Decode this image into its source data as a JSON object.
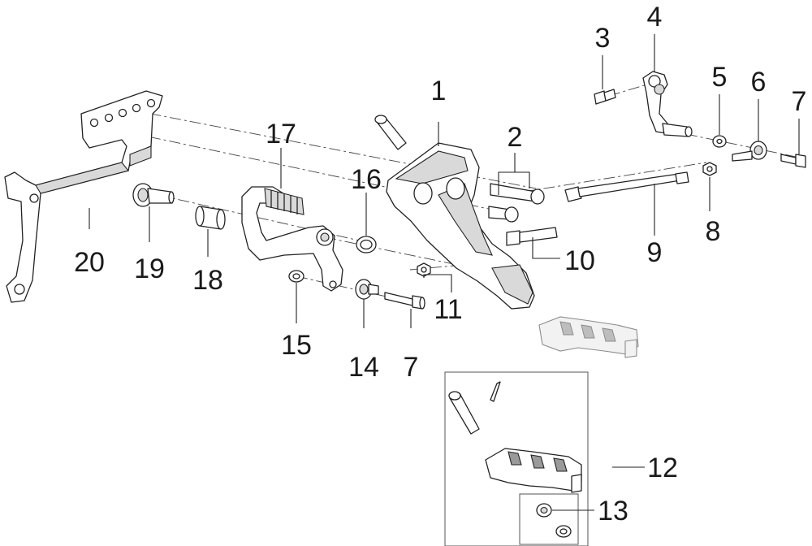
{
  "callouts": {
    "c1": "1",
    "c2": "2",
    "c3": "3",
    "c4": "4",
    "c5": "5",
    "c6": "6",
    "c7a": "7",
    "c7b": "7",
    "c8": "8",
    "c9": "9",
    "c10": "10",
    "c11": "11",
    "c12": "12",
    "c13": "13",
    "c14": "14",
    "c15": "15",
    "c16": "16",
    "c17": "17",
    "c18": "18",
    "c19": "19",
    "c20": "20"
  },
  "colors": {
    "line": "#222222",
    "shade": "#d9d9d9",
    "ghost": "#8c8c8c",
    "background": "#ffffff"
  }
}
